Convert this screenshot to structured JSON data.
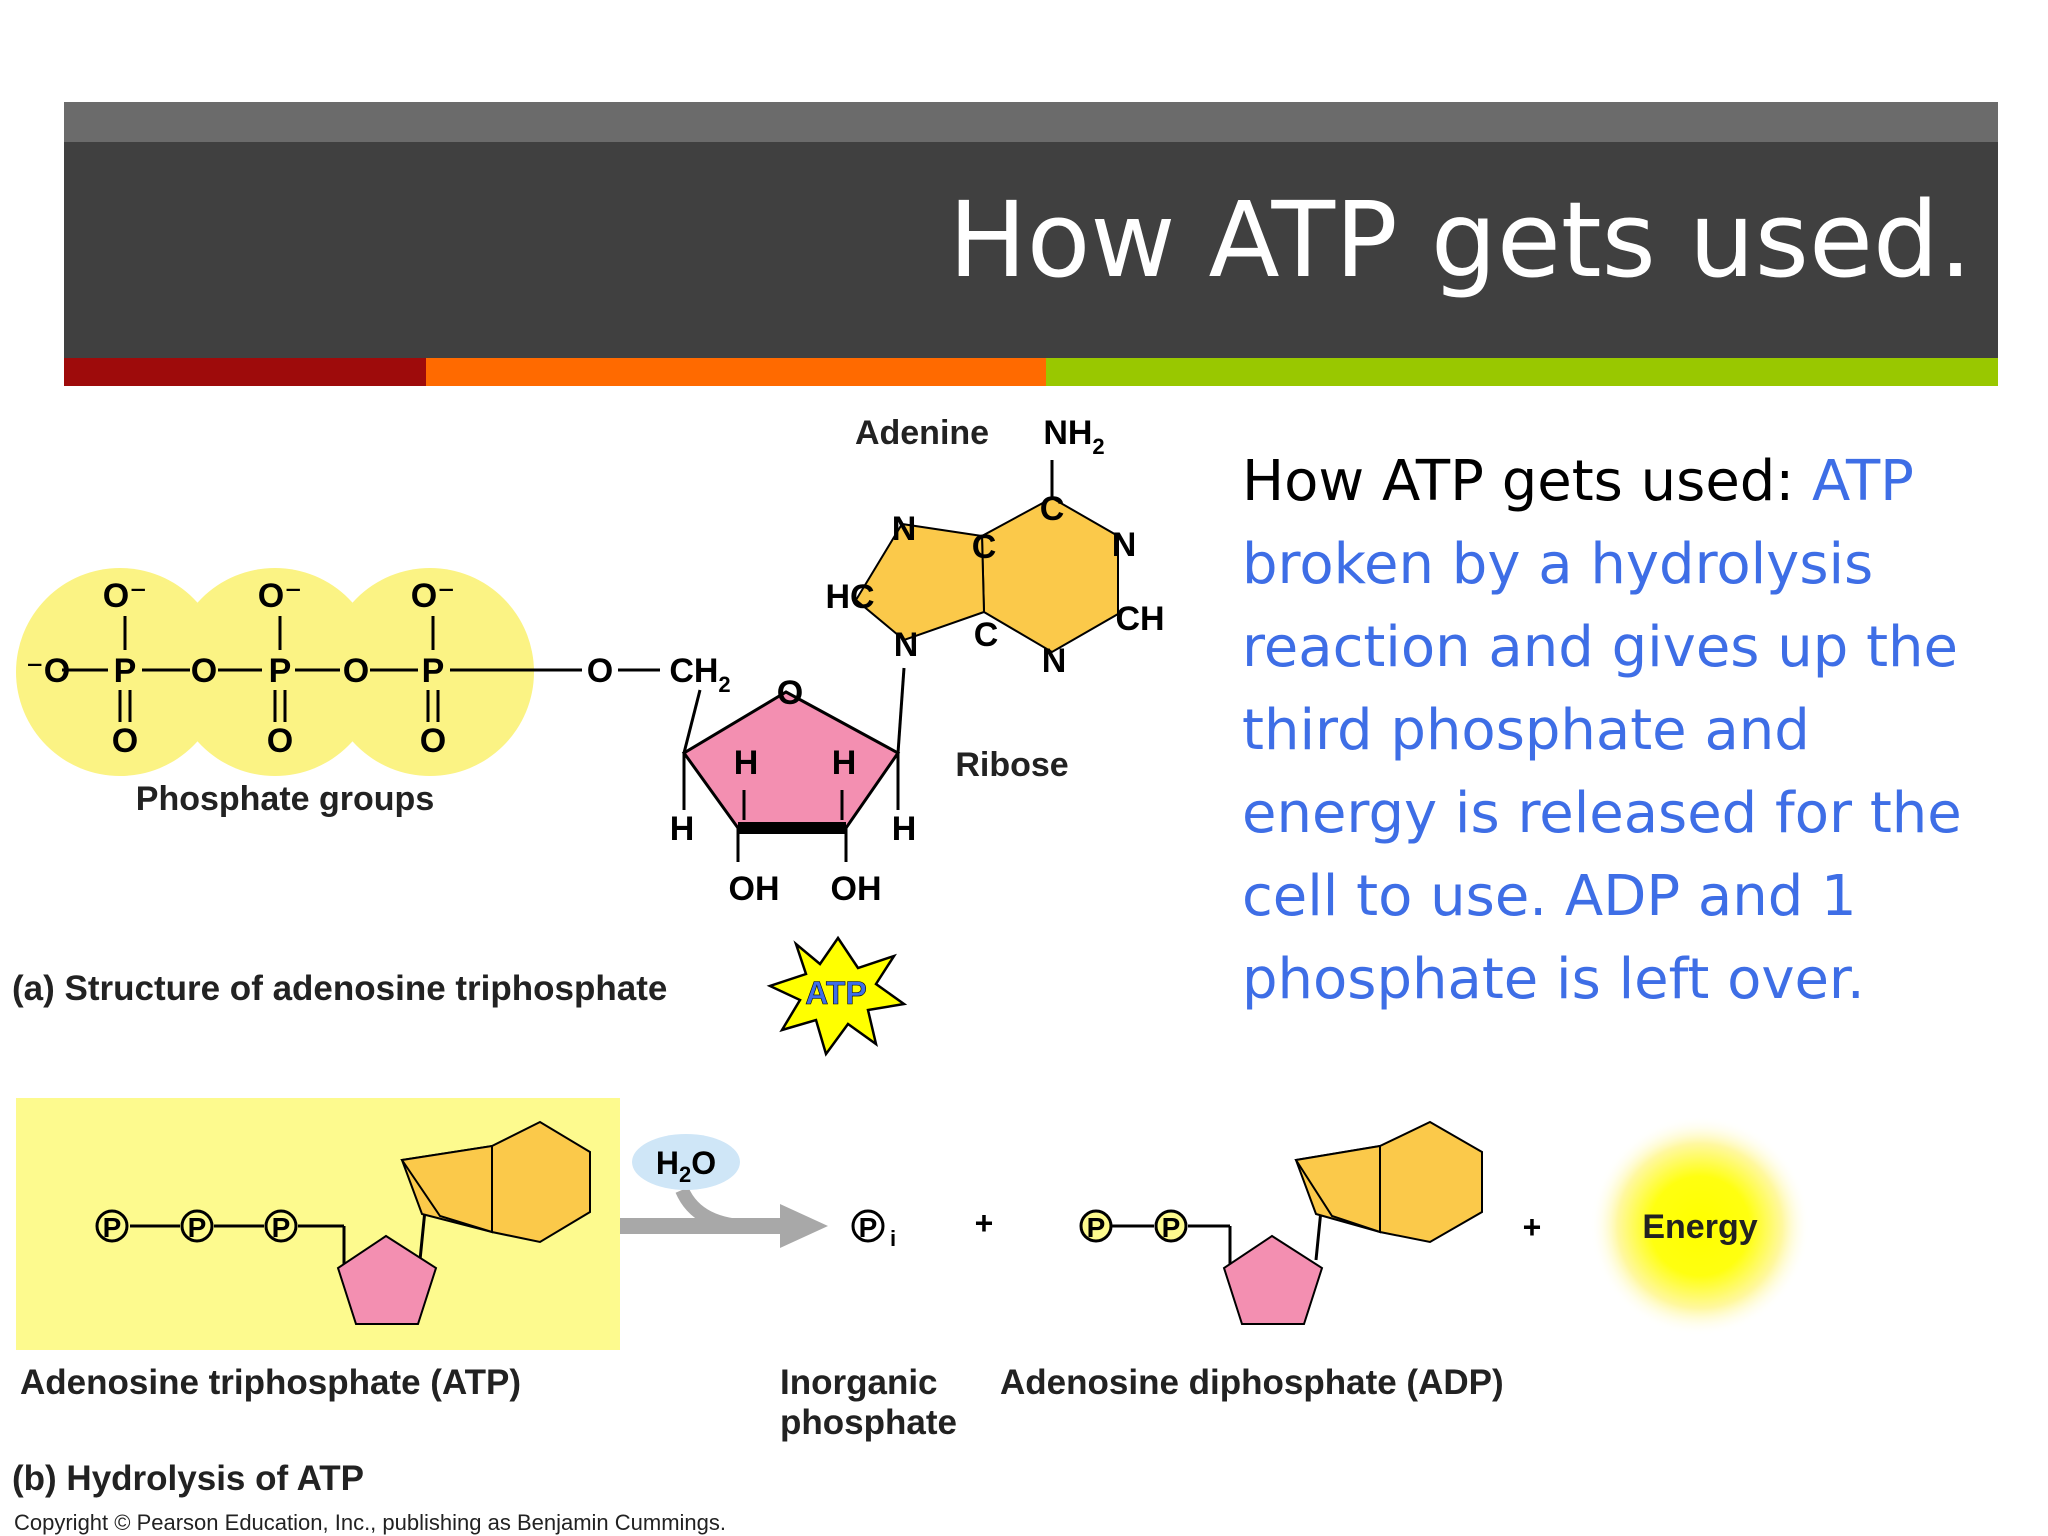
{
  "slide": {
    "title": "How ATP gets used.",
    "body_lead": "How ATP gets used: ",
    "body_highlight": "ATP broken by a hydrolysis reaction and gives up the third phosphate and energy is released for the cell to use. ADP and 1 phosphate is left over.",
    "colors": {
      "title_bar": "#404040",
      "title_bar_top": "#6b6b6b",
      "stripe_red": "#9e0b0b",
      "stripe_orange": "#ff6a00",
      "stripe_green": "#99c800",
      "highlight_text": "#3e6ee6"
    }
  },
  "structure": {
    "adenine_label": "Adenine",
    "nh2": "NH",
    "nh2_sub": "2",
    "ring_atoms": {
      "c_top": "C",
      "n1": "N",
      "c_fuse_top": "C",
      "n_right": "N",
      "ch": "CH",
      "n_bottom": "N",
      "c_fuse_bottom": "C",
      "n9": "N",
      "hc": "HC"
    },
    "ribose_label": "Ribose",
    "ribose_o": "O",
    "ch2": "CH",
    "ch2_sub": "2",
    "link_o": "O",
    "h_labels": [
      "H",
      "H",
      "H",
      "H"
    ],
    "oh_labels": [
      "OH",
      "OH"
    ],
    "phosphate_groups": [
      {
        "top": "O⁻",
        "atom": "P",
        "bottom": "O",
        "link": "O"
      },
      {
        "top": "O⁻",
        "atom": "P",
        "bottom": "O",
        "link": "O"
      },
      {
        "top": "O⁻",
        "atom": "P",
        "bottom": "O",
        "link": ""
      }
    ],
    "terminal_o": "⁻O",
    "phosphate_label": "Phosphate groups",
    "caption": "(a) Structure of adenosine triphosphate",
    "badge": "ATP"
  },
  "hydrolysis": {
    "p_symbol": "P",
    "water": "H",
    "water_sub": "2",
    "water_o": "O",
    "pi_sub": "i",
    "plus_1": "+",
    "plus_2": "+",
    "energy": "Energy",
    "atp_label": "Adenosine triphosphate (ATP)",
    "pi_label_1": "Inorganic",
    "pi_label_2": "phosphate",
    "adp_label": "Adenosine diphosphate (ADP)",
    "caption": "(b) Hydrolysis of ATP",
    "copyright": "Copyright © Pearson Education, Inc., publishing as Benjamin Cummings."
  }
}
